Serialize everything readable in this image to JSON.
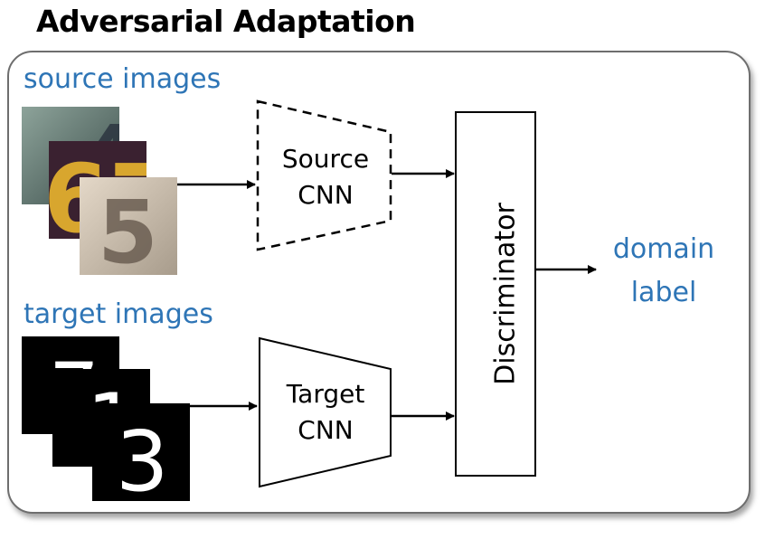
{
  "title": "Adversarial Adaptation",
  "source": {
    "label": "source images",
    "cnn_line1": "Source",
    "cnn_line2": "CNN",
    "digits": [
      "4",
      "67",
      "5"
    ]
  },
  "target": {
    "label": "target images",
    "cnn_line1": "Target",
    "cnn_line2": "CNN",
    "digits": [
      "7",
      "1",
      "3"
    ]
  },
  "discriminator": {
    "label": "Discriminator"
  },
  "output": {
    "line1": "domain",
    "line2": "label"
  },
  "colors": {
    "accent": "#2e75b6",
    "border": "#6e6e6e",
    "stroke": "#000000"
  }
}
